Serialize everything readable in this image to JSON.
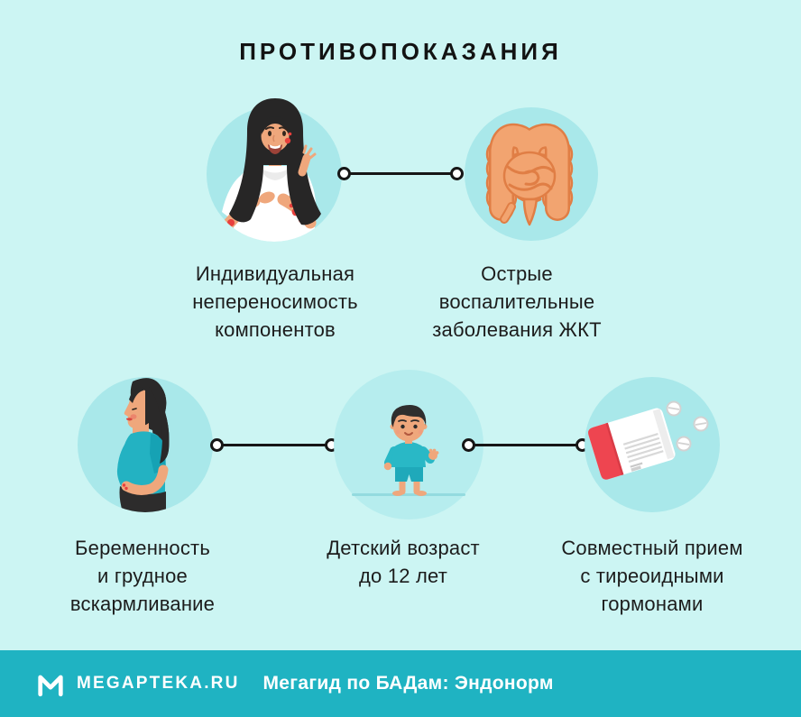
{
  "page": {
    "title": "ПРОТИВОПОКАЗАНИЯ"
  },
  "items": [
    {
      "icon": "allergic-reaction-woman-illustration",
      "lines": [
        "Индивидуальная",
        "непереносимость",
        "компонентов"
      ]
    },
    {
      "icon": "intestines-illustration",
      "lines": [
        "Острые",
        "воспалительные",
        "заболевания ЖКТ"
      ]
    },
    {
      "icon": "pregnant-woman-illustration",
      "lines": [
        "Беременность",
        "и грудное",
        "вскармливание"
      ]
    },
    {
      "icon": "child-illustration",
      "lines": [
        "Детский возраст",
        "до 12 лет"
      ]
    },
    {
      "icon": "spilled-pill-box-illustration",
      "lines": [
        "Совместный прием",
        "с тиреоидными",
        "гормонами"
      ]
    }
  ],
  "footer": {
    "brand": "MEGAPTEKA.RU",
    "tagline": "Мегагид по БАДам: Эндонорм",
    "logo_icon": "megapteka-m-logo"
  },
  "colors": {
    "background": "#ccf5f3",
    "circle": "#a9e8ea",
    "circle_light": "#b6edee",
    "footer_bg": "#1fb3c2",
    "ink": "#161616",
    "text": "#1c1c1c",
    "red": "#e8403d",
    "skin": "#efa77c",
    "teal_clothing": "#23b2c2",
    "intestine": "#f2a470",
    "intestine_outline": "#e07e45"
  }
}
